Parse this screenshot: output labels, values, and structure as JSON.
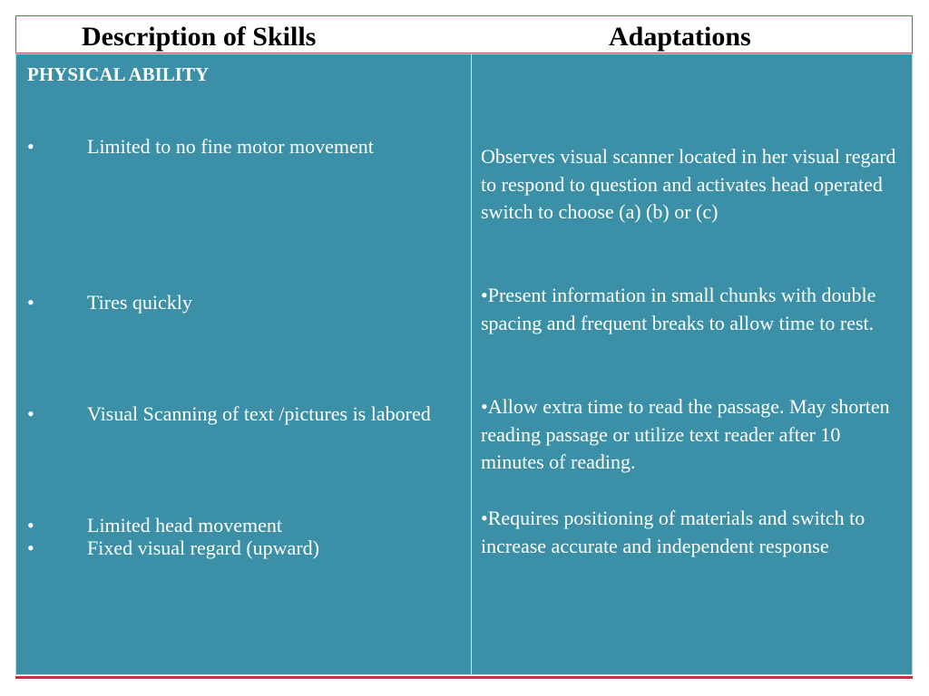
{
  "header": {
    "left_title": "Description of Skills",
    "right_title": "Adaptations"
  },
  "left": {
    "section_title": "PHYSICAL ABILITY",
    "bullet_char": "•",
    "bullets": [
      "Limited to no fine motor movement",
      "Tires quickly",
      "Visual Scanning of text /pictures  is labored",
      "Limited head movement",
      "Fixed visual regard (upward)"
    ]
  },
  "right": {
    "paragraphs": [
      "Observes visual scanner located in her visual regard to respond to question and activates head operated switch to choose (a) (b) or (c)",
      "•Present information in small chunks with double spacing and frequent breaks to allow time to rest.",
      "•Allow extra time to read the passage. May shorten reading passage or utilize text reader after 10 minutes of reading.",
      "•Requires positioning of materials and switch to increase accurate and independent response"
    ]
  },
  "colors": {
    "cell_bg": "#3b8fa6",
    "accent_line": "#b23a48"
  }
}
